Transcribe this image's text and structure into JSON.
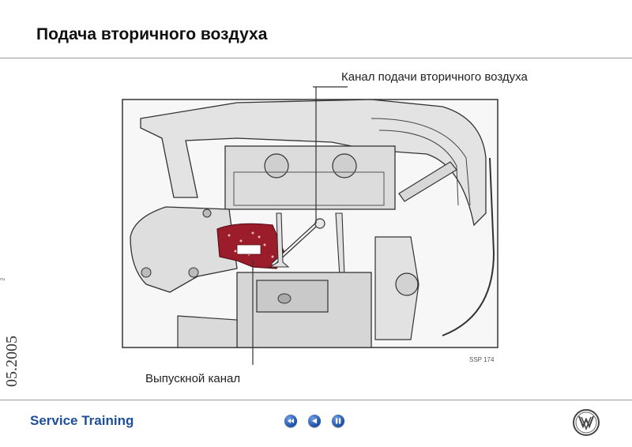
{
  "slide": {
    "title": "Подача вторичного воздуха",
    "vertical_date": "05.2005",
    "small_mark": "2"
  },
  "diagram": {
    "label_top": "Канал подачи вторичного воздуха",
    "label_bottom": "Выпускной канал",
    "figure_code": "SSP 174",
    "highlight_color": "#9b1c2a"
  },
  "footer": {
    "service_training": "Service Training",
    "nav_icons": [
      "rewind-icon",
      "back-icon",
      "pause-icon"
    ],
    "brand_color": "#1f4e9a"
  }
}
